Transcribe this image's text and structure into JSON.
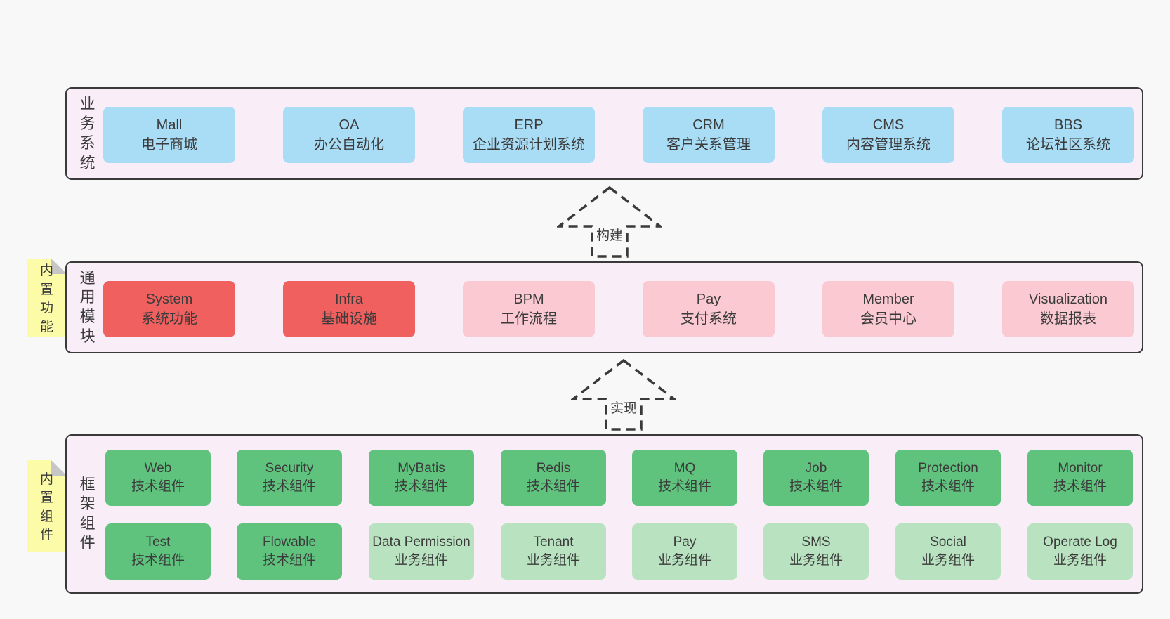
{
  "diagram": {
    "layers": [
      {
        "id": "business",
        "side_label": "业务系统",
        "boxes": [
          {
            "title": "Mall",
            "subtitle": "电子商城"
          },
          {
            "title": "OA",
            "subtitle": "办公自动化"
          },
          {
            "title": "ERP",
            "subtitle": "企业资源计划系统"
          },
          {
            "title": "CRM",
            "subtitle": "客户关系管理"
          },
          {
            "title": "CMS",
            "subtitle": "内容管理系统"
          },
          {
            "title": "BBS",
            "subtitle": "论坛社区系统"
          }
        ]
      },
      {
        "id": "modules",
        "side_label": "通用模块",
        "sticky_label": "内置功能",
        "boxes": [
          {
            "title": "System",
            "subtitle": "系统功能",
            "variant": "red"
          },
          {
            "title": "Infra",
            "subtitle": "基础设施",
            "variant": "red"
          },
          {
            "title": "BPM",
            "subtitle": "工作流程",
            "variant": "pink"
          },
          {
            "title": "Pay",
            "subtitle": "支付系统",
            "variant": "pink"
          },
          {
            "title": "Member",
            "subtitle": "会员中心",
            "variant": "pink"
          },
          {
            "title": "Visualization",
            "subtitle": "数据报表",
            "variant": "pink"
          }
        ]
      },
      {
        "id": "framework",
        "side_label": "框架组件",
        "sticky_label": "内置组件",
        "rows": [
          [
            {
              "title": "Web",
              "subtitle": "技术组件",
              "variant": "green"
            },
            {
              "title": "Security",
              "subtitle": "技术组件",
              "variant": "green"
            },
            {
              "title": "MyBatis",
              "subtitle": "技术组件",
              "variant": "green"
            },
            {
              "title": "Redis",
              "subtitle": "技术组件",
              "variant": "green"
            },
            {
              "title": "MQ",
              "subtitle": "技术组件",
              "variant": "green"
            },
            {
              "title": "Job",
              "subtitle": "技术组件",
              "variant": "green"
            },
            {
              "title": "Protection",
              "subtitle": "技术组件",
              "variant": "green"
            },
            {
              "title": "Monitor",
              "subtitle": "技术组件",
              "variant": "green"
            }
          ],
          [
            {
              "title": "Test",
              "subtitle": "技术组件",
              "variant": "green"
            },
            {
              "title": "Flowable",
              "subtitle": "技术组件",
              "variant": "green"
            },
            {
              "title": "Data Permission",
              "subtitle": "业务组件",
              "variant": "lightgreen"
            },
            {
              "title": "Tenant",
              "subtitle": "业务组件",
              "variant": "lightgreen"
            },
            {
              "title": "Pay",
              "subtitle": "业务组件",
              "variant": "lightgreen"
            },
            {
              "title": "SMS",
              "subtitle": "业务组件",
              "variant": "lightgreen"
            },
            {
              "title": "Social",
              "subtitle": "业务组件",
              "variant": "lightgreen"
            },
            {
              "title": "Operate Log",
              "subtitle": "业务组件",
              "variant": "lightgreen"
            }
          ]
        ]
      }
    ],
    "arrows": [
      {
        "label": "构建"
      },
      {
        "label": "实现"
      }
    ]
  },
  "colors": {
    "page_bg": "#f8f8f8",
    "panel_bg": "#f9edf7",
    "panel_border": "#3a3a3a",
    "blue": "#a9ddf6",
    "red": "#f0605f",
    "pink": "#fac9d2",
    "green": "#5fc37e",
    "lightgreen": "#b9e3c0",
    "yellow": "#fbfba8",
    "fold": "#c6c6c6",
    "text": "#3b3b3b"
  }
}
